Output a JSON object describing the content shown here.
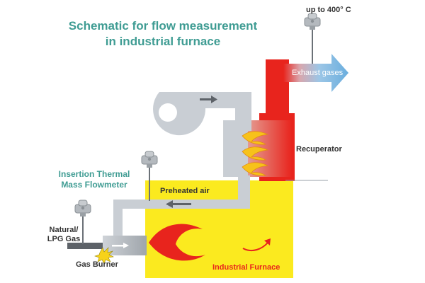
{
  "title": {
    "line1": "Schematic for flow measurement",
    "line2": "in industrial furnace"
  },
  "labels": {
    "temperature": "up to 400° C",
    "exhaust": "Exhaust gases",
    "recuperator": "Recuperator",
    "flowmeter_line1": "Insertion Thermal",
    "flowmeter_line2": "Mass Flowmeter",
    "preheated_air": "Preheated air",
    "fuel_line1": "Natural/",
    "fuel_line2": "LPG Gas",
    "gas_burner": "Gas Burner",
    "furnace": "Industrial Furnace"
  },
  "icons": [
    "thermal-sensor-icon",
    "flame-icon",
    "spark-icon",
    "flow-arrow-icon",
    "fan-icon"
  ],
  "colors": {
    "title": "#3f9c93",
    "duct": "#c9ced4",
    "duct_edge": "#9aa1a8",
    "recuperator": "#e8241d",
    "furnace": "#fbea1f",
    "exhaust": "#7fb7e0",
    "label_dark": "#333333",
    "furnace_label": "#e8241d"
  }
}
